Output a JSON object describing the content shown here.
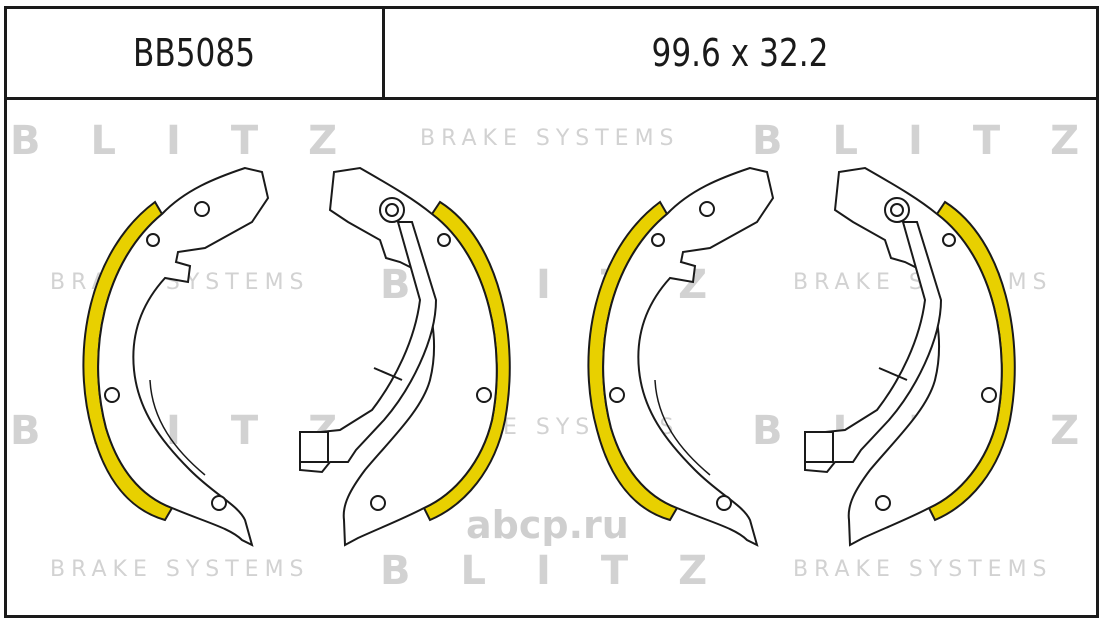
{
  "header": {
    "part_number": "BB5085",
    "dimensions": "99.6 x 32.2"
  },
  "watermark": {
    "brand": "BLITZ",
    "tagline": "BRAKE SYSTEMS",
    "site_logo": "abcp.ru"
  },
  "colors": {
    "lining": "#e8d000",
    "outline": "#1a1a1a",
    "watermark": "#d2d2d2"
  }
}
